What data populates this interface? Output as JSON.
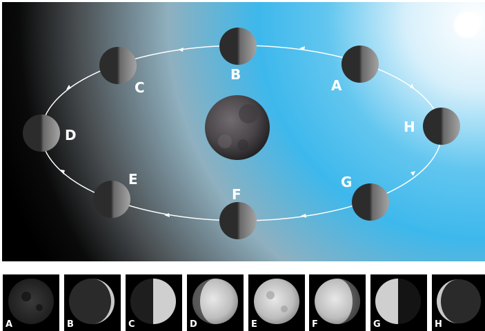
{
  "orbit_labels": {
    "a": "A",
    "b": "B",
    "c": "C",
    "d": "D",
    "e": "E",
    "f": "F",
    "g": "G",
    "h": "H"
  },
  "phase_labels": [
    "A",
    "B",
    "C",
    "D",
    "E",
    "F",
    "G",
    "H"
  ],
  "phase_thumbnails": [
    {
      "label": "A",
      "lit": "none"
    },
    {
      "label": "B",
      "lit": "thin-right-crescent"
    },
    {
      "label": "C",
      "lit": "right-half"
    },
    {
      "label": "D",
      "lit": "gibbous"
    },
    {
      "label": "E",
      "lit": "full"
    },
    {
      "label": "F",
      "lit": "gibbous"
    },
    {
      "label": "G",
      "lit": "left-half"
    },
    {
      "label": "H",
      "lit": "thin-left-crescent"
    }
  ],
  "colors": {
    "space_dark": "#000000",
    "sky_blue": "#3db8ec",
    "sun": "#ffffff",
    "orbit_line": "#ffffff",
    "label": "#ffffff"
  }
}
